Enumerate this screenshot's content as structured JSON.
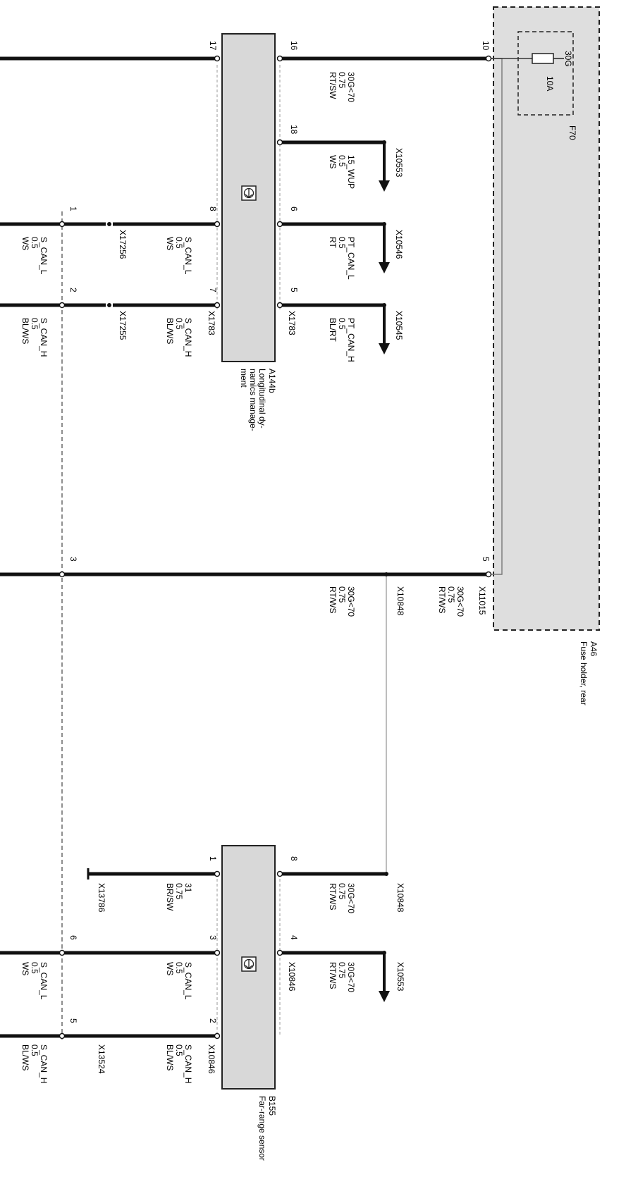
{
  "components": {
    "fuse_holder": {
      "id": "A46",
      "name": "Fuse holder, rear"
    },
    "fuse": {
      "id": "F70",
      "terminal": "30G",
      "rating": "10A"
    },
    "ldm": {
      "id": "A144b",
      "name_lines": [
        "Longitudinal dy-",
        "namics manage-",
        "ment"
      ]
    },
    "sensor": {
      "id": "B155",
      "name": "Far-range sensor"
    }
  },
  "pins": {
    "fuse_10": "10",
    "fuse_5": "5",
    "ldm_17": "17",
    "ldm_16": "16",
    "ldm_18": "18",
    "ldm_8": "8",
    "ldm_6": "6",
    "ldm_7": "7",
    "ldm_5": "5",
    "left_1": "1",
    "left_2": "2",
    "left_3": "3",
    "left_6": "6",
    "left_5": "5",
    "sen_8": "8",
    "sen_1": "1",
    "sen_3": "3",
    "sen_4": "4",
    "sen_2": "2"
  },
  "connectors": {
    "x10553_a": "X10553",
    "x10546": "X10546",
    "x10545": "X10545",
    "x17256": "X17256",
    "x17255": "X17255",
    "x1783_a": "X1783",
    "x1783_b": "X1783",
    "x10848_a": "X10848",
    "x11015": "X11015",
    "x10848_b": "X10848",
    "x10553_b": "X10553",
    "x13786": "X13786",
    "x10846_a": "X10846",
    "x10846_b": "X10846",
    "x13524": "X13524"
  },
  "wires": {
    "w16": [
      "30G<70",
      "0.75",
      "RT/SW"
    ],
    "w18": [
      "15_WUP",
      "0.5",
      "WS"
    ],
    "w6": [
      "PT_CAN_L",
      "0.5",
      "RT"
    ],
    "w5": [
      "PT_CAN_H",
      "0.5",
      "BL/RT"
    ],
    "w8": [
      "S_CAN_L",
      "0.5",
      "WS"
    ],
    "w7": [
      "S_CAN_H",
      "0.5",
      "BL/WS"
    ],
    "wl1": [
      "S_CAN_L",
      "0.5",
      "WS"
    ],
    "wl2": [
      "S_CAN_H",
      "0.5",
      "BL/WS"
    ],
    "wf5": [
      "30G<70",
      "0.75",
      "RT/WS"
    ],
    "wm": [
      "30G<70",
      "0.75",
      "RT/WS"
    ],
    "ws8": [
      "30G<70",
      "0.75",
      "RT/WS"
    ],
    "ws4": [
      "30G<70",
      "0.75",
      "RT/WS"
    ],
    "ws1": [
      "31",
      "0.75",
      "BR/SW"
    ],
    "ws3": [
      "S_CAN_L",
      "0.5",
      "WS"
    ],
    "ws2": [
      "S_CAN_H",
      "0.5",
      "BL/WS"
    ],
    "wl6": [
      "S_CAN_L",
      "0.5",
      "WS"
    ],
    "wl5": [
      "S_CAN_H",
      "0.5",
      "BL/WS"
    ]
  }
}
